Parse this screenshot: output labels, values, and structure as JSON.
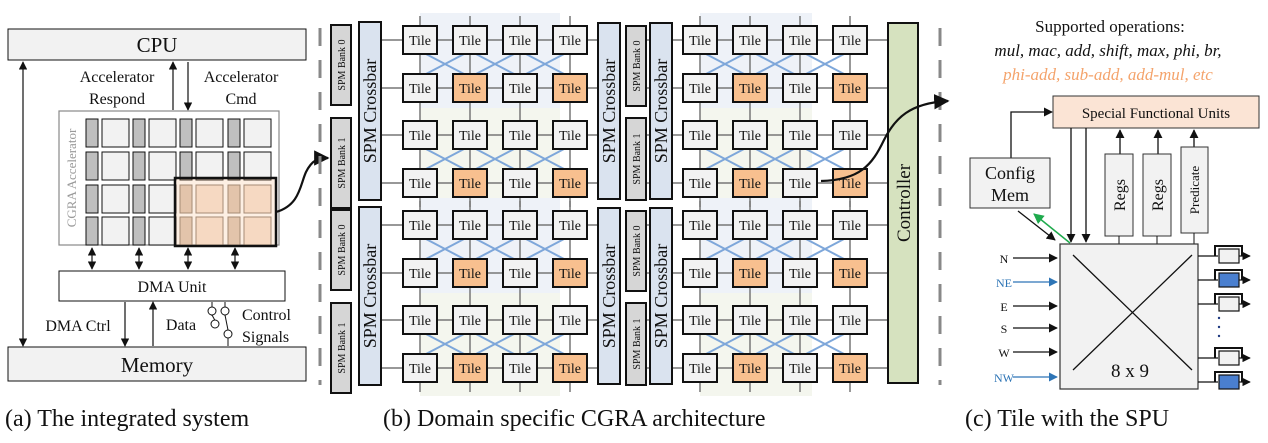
{
  "panel_a": {
    "caption": "(a) The integrated system",
    "cpu_label": "CPU",
    "memory_label": "Memory",
    "dma_label": "DMA Unit",
    "accel_respond": [
      "Accelerator",
      "Respond"
    ],
    "accel_cmd": [
      "Accelerator",
      "Cmd"
    ],
    "cgra_label": "CGRA Accelerator",
    "dma_ctrl_label": "DMA Ctrl",
    "data_label": "Data",
    "control_signals": [
      "Control",
      "Signals"
    ]
  },
  "panel_b": {
    "caption": "(b) Domain specific CGRA architecture",
    "tile_label": "Tile",
    "crossbar_label": "SPM Crossbar",
    "bank0_label": "SPM Bank 0",
    "bank1_label": "SPM Bank 1",
    "controller_label": "Controller",
    "special_tile_columns": [
      1,
      3
    ],
    "special_tile_rows": [
      1,
      3
    ]
  },
  "panel_c": {
    "caption": "(c) Tile with the SPU",
    "ops_title": "Supported operations:",
    "ops_basic": "mul, mac, add, shift, max, phi, br,",
    "ops_fused": "phi-add, sub-add, add-mul, etc",
    "sfu_label": "Special Functional Units",
    "config_mem": [
      "Config",
      "Mem"
    ],
    "regs_label": "Regs",
    "predicate_label": "Predicate",
    "xbar_label": "8 x 9",
    "inputs": [
      {
        "label": "N",
        "diagonal": false
      },
      {
        "label": "NE",
        "diagonal": true
      },
      {
        "label": "E",
        "diagonal": false
      },
      {
        "label": "S",
        "diagonal": false
      },
      {
        "label": "W",
        "diagonal": false
      },
      {
        "label": "NW",
        "diagonal": true
      }
    ],
    "output_registers": [
      "plain",
      "diagonal",
      "plain",
      "plain",
      "diagonal"
    ]
  },
  "colors": {
    "tile_fill": "#f2f2f2",
    "special_tile_fill": "#f8c08f",
    "crossbar_fill": "#dae3ef",
    "bank_fill": "#d6d6d6",
    "controller_fill": "#d6e2bf",
    "sfu_fill": "#fbe4d5",
    "diag_link": "#7ea7da",
    "diag_input": "#2e75b6",
    "fused_ops": "#f4a36b",
    "green_arrow": "#1faa4d",
    "out_reg_diag": "#4a7fcf",
    "region_blue": "#eef2f8",
    "region_green": "#f4f6ee"
  }
}
